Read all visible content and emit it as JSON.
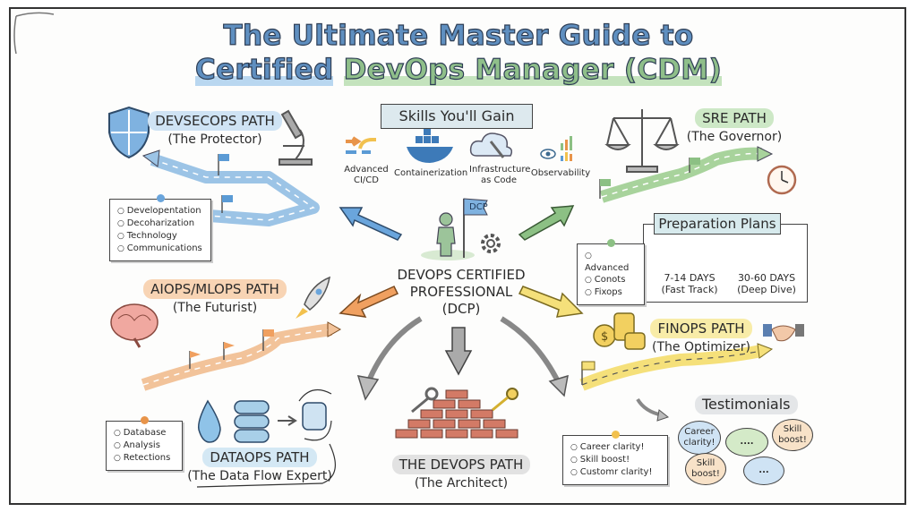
{
  "title": {
    "line1": "The Ultimate Master Guide to",
    "line2_part1": "Certified",
    "line2_part2": "DevOps Manager (CDM)"
  },
  "center": {
    "flag_text": "DCP",
    "line1": "DEVOPS CERTIFIED",
    "line2": "PROFESSIONAL",
    "line3": "(DCP)"
  },
  "skills": {
    "heading": "Skills You'll Gain",
    "items": [
      {
        "label_line1": "Advanced",
        "label_line2": "CI/CD",
        "icon": "arrows-icon"
      },
      {
        "label_line1": "Containerization",
        "label_line2": "",
        "icon": "docker-whale-icon"
      },
      {
        "label_line1": "Infrastructure",
        "label_line2": "as Code",
        "icon": "cloud-wrench-icon"
      },
      {
        "label_line1": "Observability",
        "label_line2": "",
        "icon": "eye-chart-icon"
      }
    ]
  },
  "paths": {
    "devsecops": {
      "name": "DEVSECOPS PATH",
      "role": "(The Protector)",
      "color": "#5b9bd5",
      "notes": [
        "Developentation",
        "Decoharization",
        "Technology",
        "Communications"
      ]
    },
    "sre": {
      "name": "SRE PATH",
      "role": "(The Governor)",
      "color": "#8cc084"
    },
    "aiops": {
      "name": "AIOPS/MLOPS PATH",
      "role": "(The Futurist)",
      "color": "#f0a060"
    },
    "finops": {
      "name": "FINOPS PATH",
      "role": "(The Optimizer)",
      "color": "#f5e07a"
    },
    "dataops": {
      "name": "DATAOPS PATH",
      "role": "(The Data Flow Expert)",
      "color": "#a8cfe8",
      "notes": [
        "Database",
        "Analysis",
        "Retections"
      ]
    },
    "devops": {
      "name": "THE DEVOPS PATH",
      "role": "(The Architect)",
      "color": "#9a9a9a"
    }
  },
  "preparation": {
    "heading": "Preparation Plans",
    "notes": [
      "Advanced",
      "Conots",
      "Fixops"
    ],
    "plans": [
      {
        "duration": "7-14 DAYS",
        "label": "(Fast Track)"
      },
      {
        "duration": "30-60 DAYS",
        "label": "(Deep Dive)"
      }
    ]
  },
  "testimonials": {
    "heading": "Testimonials",
    "notes": [
      "Career clarity!",
      "Skill boost!",
      "Customr clarity!"
    ],
    "bubbles": [
      {
        "line1": "Career",
        "line2": "clarity!"
      },
      {
        "line1": "....",
        "line2": ""
      },
      {
        "line1": "Skill",
        "line2": "boost!"
      },
      {
        "line1": "Skill",
        "line2": "boost!"
      },
      {
        "line1": "...",
        "line2": ""
      }
    ]
  }
}
